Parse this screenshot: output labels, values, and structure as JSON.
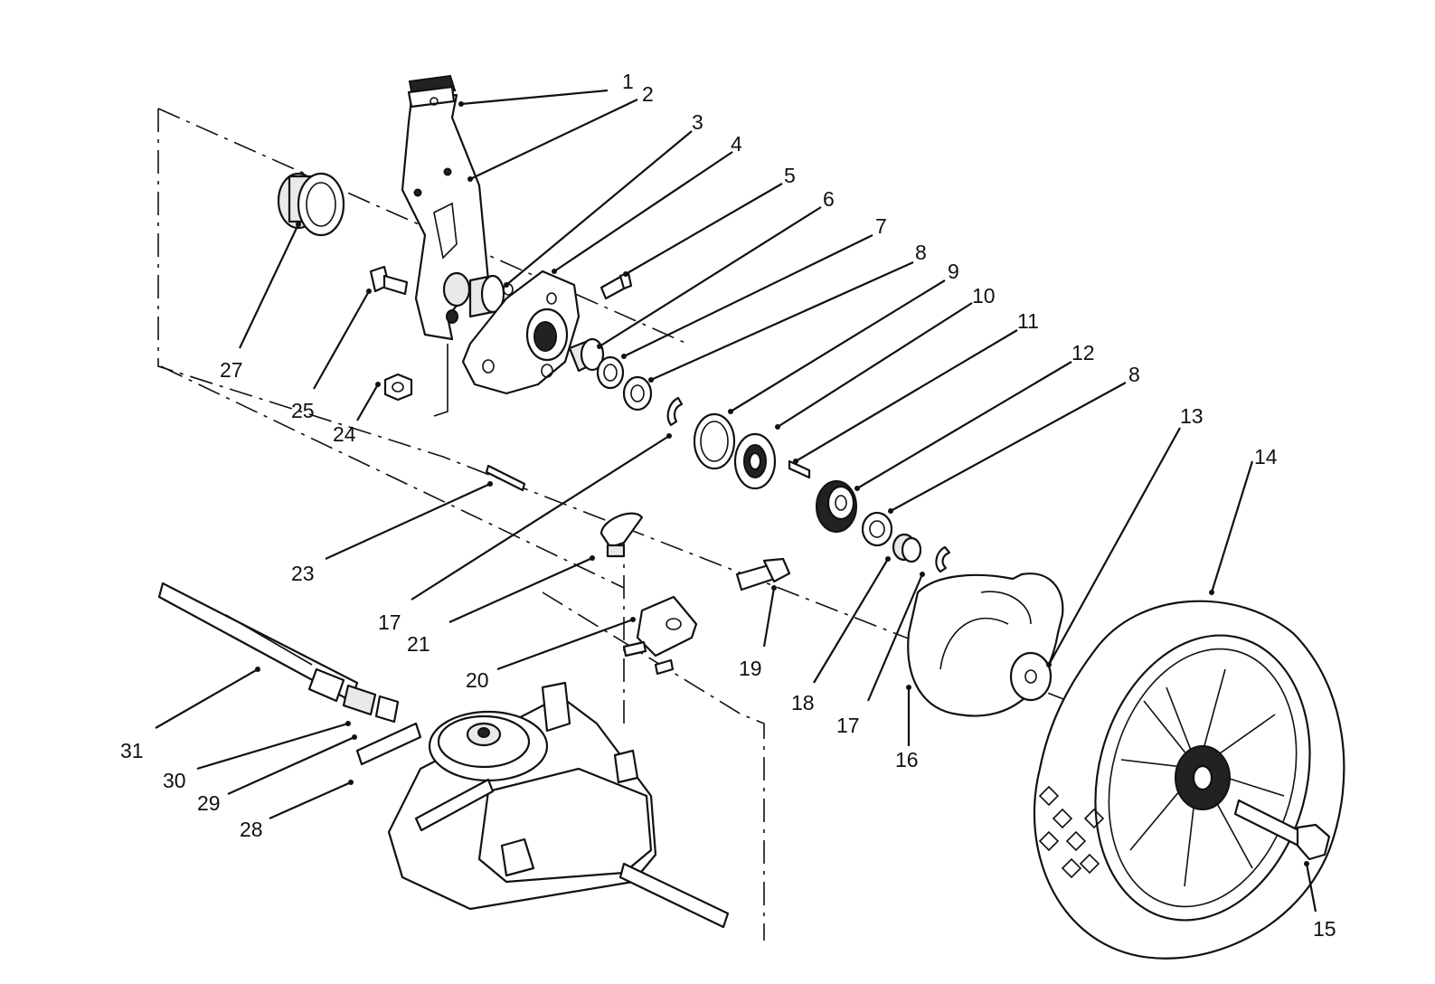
{
  "callouts": [
    {
      "id": "c1",
      "label": "1"
    },
    {
      "id": "c2",
      "label": "2"
    },
    {
      "id": "c3",
      "label": "3"
    },
    {
      "id": "c4",
      "label": "4"
    },
    {
      "id": "c5",
      "label": "5"
    },
    {
      "id": "c6",
      "label": "6"
    },
    {
      "id": "c7",
      "label": "7"
    },
    {
      "id": "c8a",
      "label": "8"
    },
    {
      "id": "c9",
      "label": "9"
    },
    {
      "id": "c10",
      "label": "10"
    },
    {
      "id": "c11",
      "label": "11"
    },
    {
      "id": "c12",
      "label": "12"
    },
    {
      "id": "c8b",
      "label": "8"
    },
    {
      "id": "c13",
      "label": "13"
    },
    {
      "id": "c14",
      "label": "14"
    },
    {
      "id": "c15",
      "label": "15"
    },
    {
      "id": "c16",
      "label": "16"
    },
    {
      "id": "c17a",
      "label": "17"
    },
    {
      "id": "c18",
      "label": "18"
    },
    {
      "id": "c19",
      "label": "19"
    },
    {
      "id": "c20",
      "label": "20"
    },
    {
      "id": "c21",
      "label": "21"
    },
    {
      "id": "c17b",
      "label": "17"
    },
    {
      "id": "c23",
      "label": "23"
    },
    {
      "id": "c24",
      "label": "24"
    },
    {
      "id": "c25",
      "label": "25"
    },
    {
      "id": "c27",
      "label": "27"
    },
    {
      "id": "c28",
      "label": "28"
    },
    {
      "id": "c29",
      "label": "29"
    },
    {
      "id": "c30",
      "label": "30"
    },
    {
      "id": "c31",
      "label": "31"
    }
  ]
}
